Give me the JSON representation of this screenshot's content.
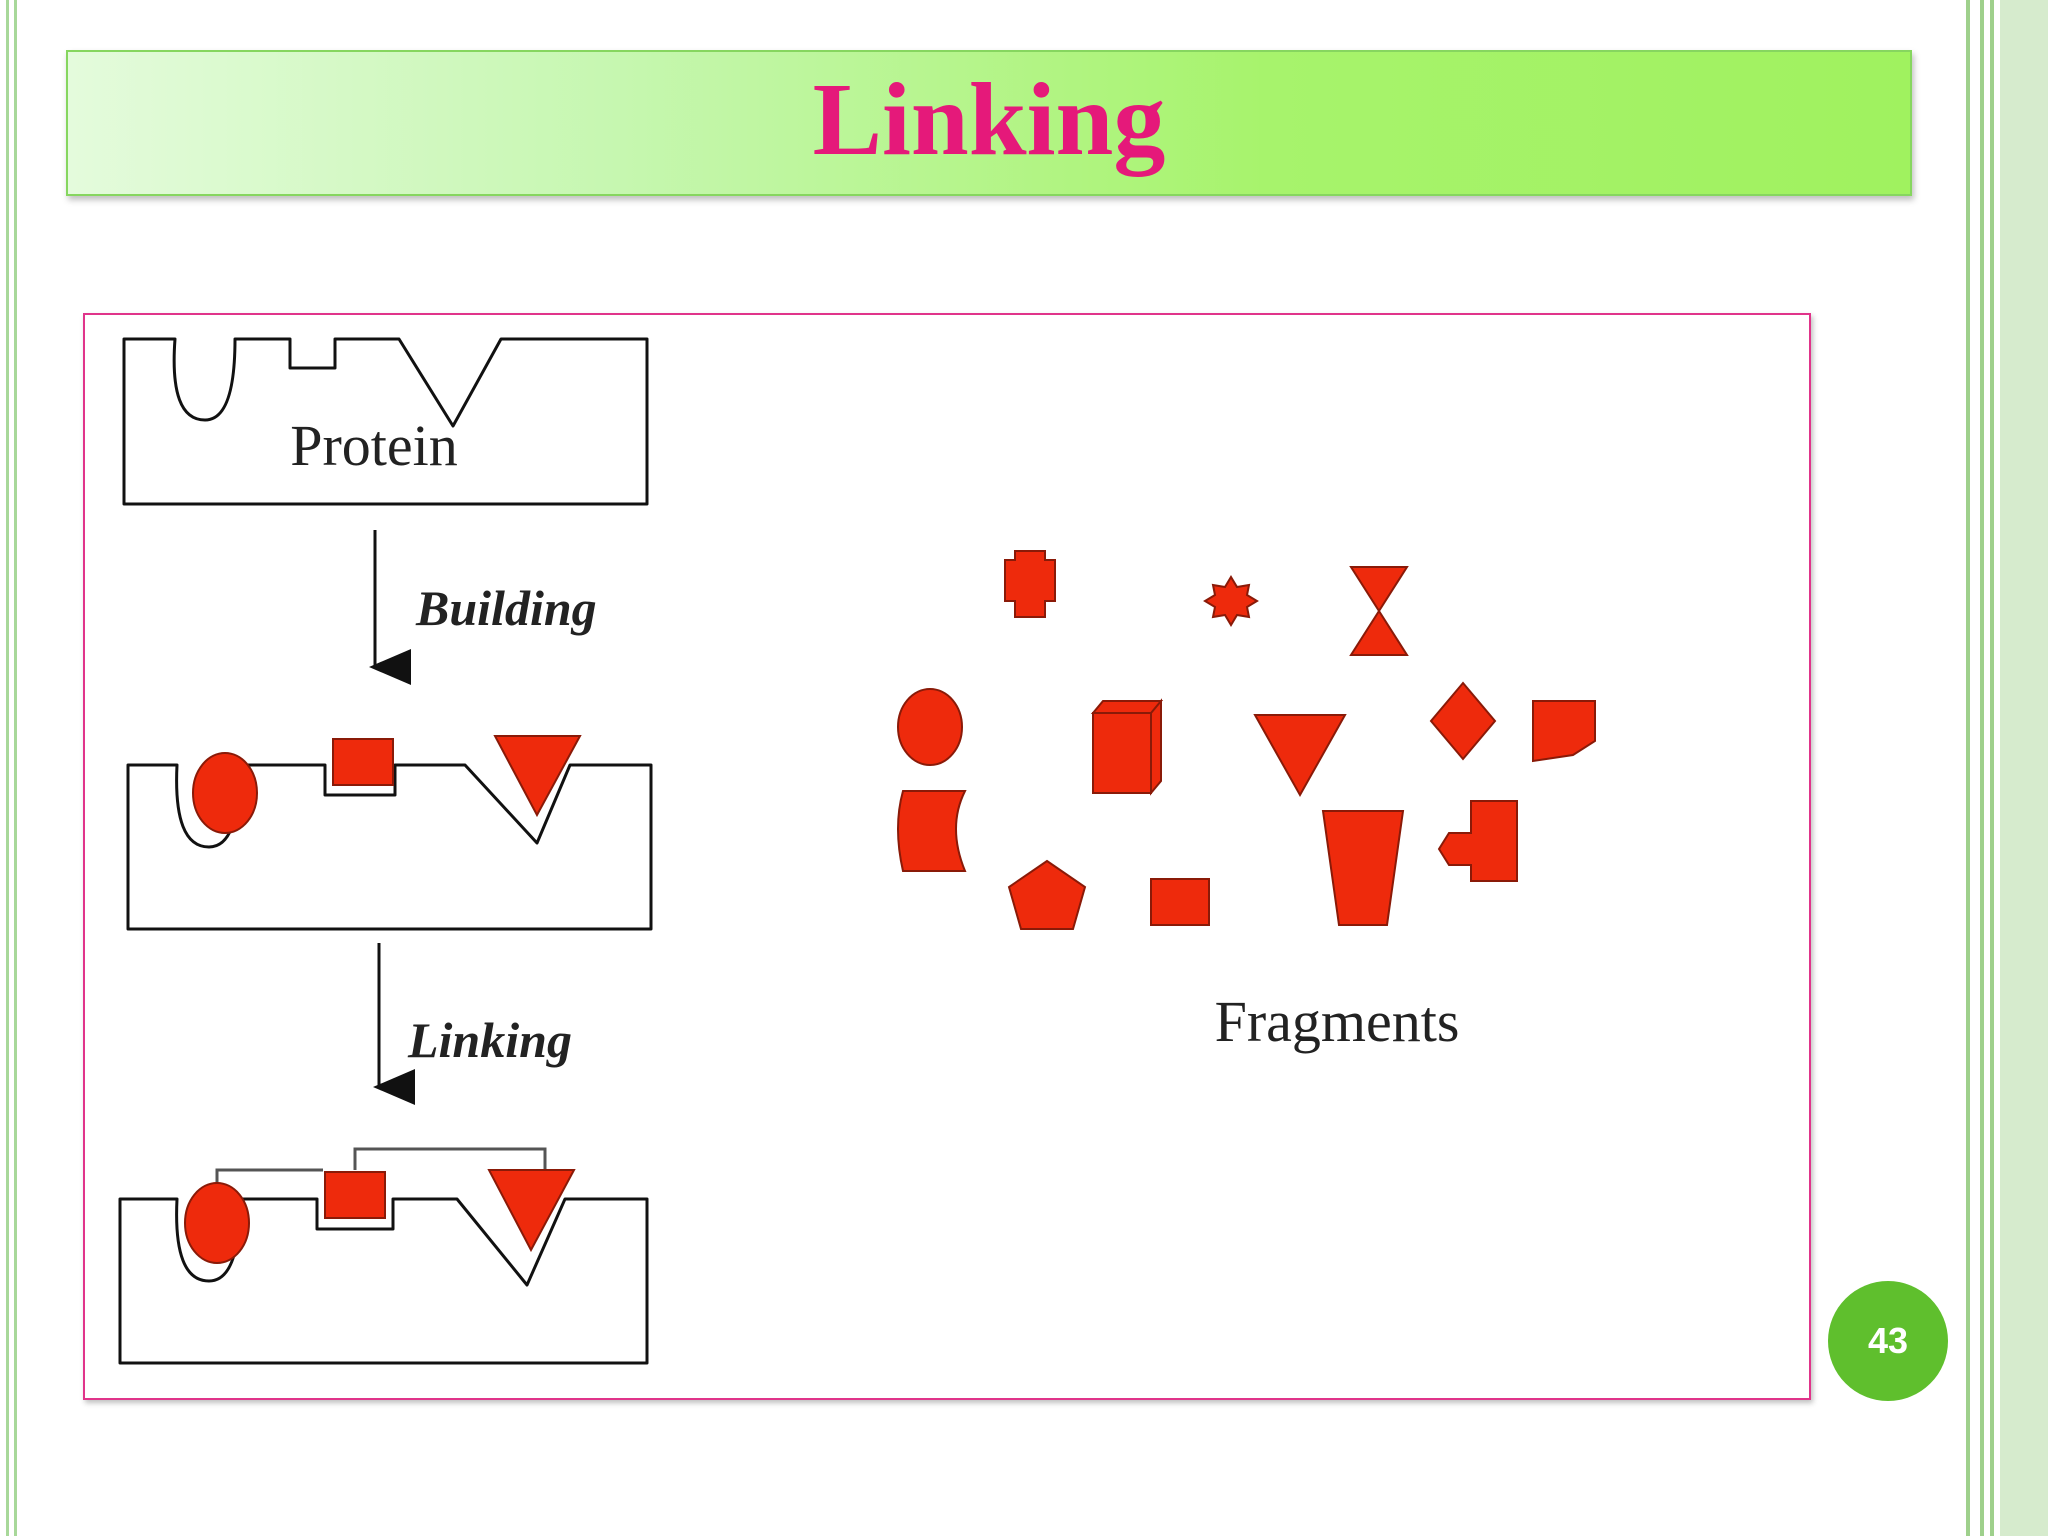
{
  "slide": {
    "title": "Linking",
    "page_number": "43"
  },
  "diagram": {
    "protein_label": "Protein",
    "step1_label": "Building",
    "step2_label": "Linking",
    "fragments_label": "Fragments"
  },
  "colors": {
    "title_text": "#e5197a",
    "title_bar": "#a0f25f",
    "frame_border": "#e0348a",
    "fragment_fill": "#ee2a0c",
    "badge": "#5fbf2d"
  }
}
